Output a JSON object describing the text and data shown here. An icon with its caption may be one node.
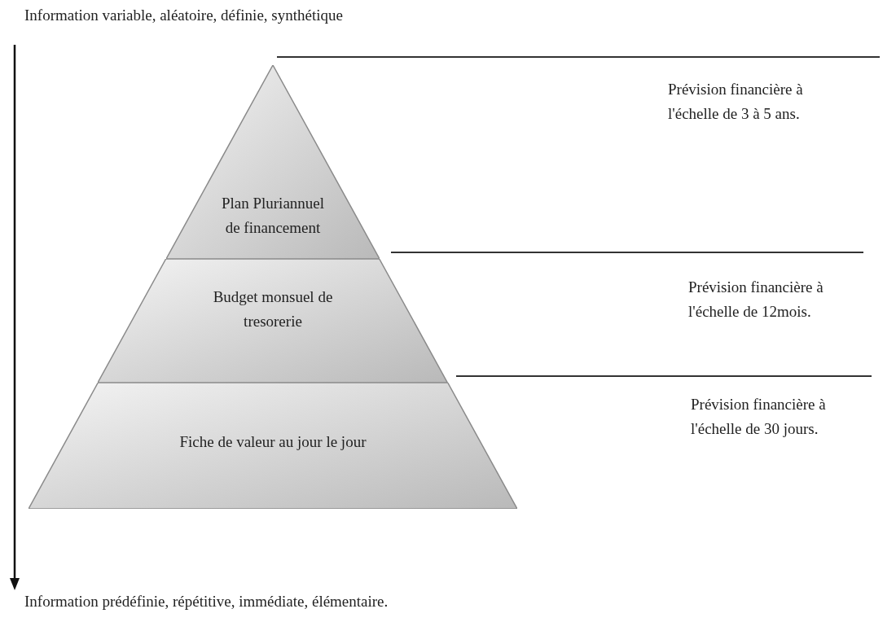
{
  "diagram": {
    "nodes": [
      {
        "text": [
          "Plan Pluriannuel de financement"
        ]
      },
      {
        "text": [
          "Budget monsuel de tresorerie"
        ]
      },
      {
        "text": [
          "Fiche de valeur au jour le jour"
        ]
      }
    ],
    "edges": [],
    "labels": [
      "Information variable, aléatoire, définie, synthétique",
      "Prévision financière à l'échelle de 3 à 5 ans.",
      "Prévision financière à l'échelle de 12mois.",
      "Prévision financière à l'échelle de 30 jours.",
      "Information prédéfinie, répétitive, immédiate, élémentaire."
    ]
  }
}
